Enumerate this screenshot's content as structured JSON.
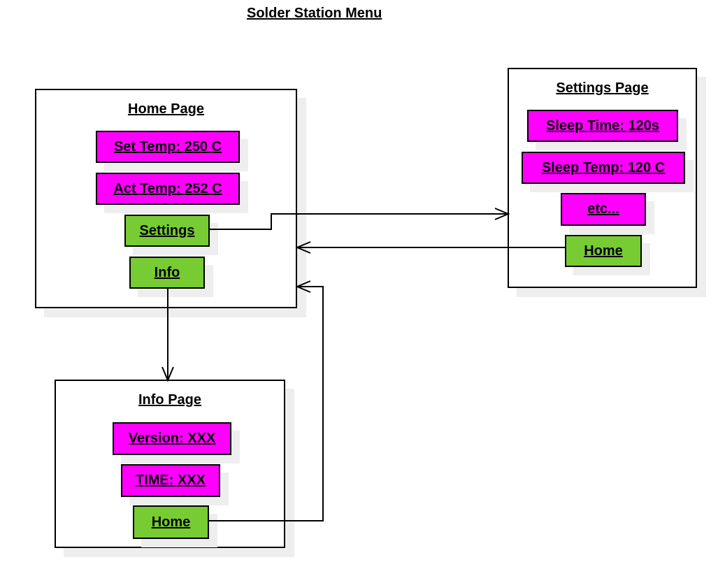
{
  "title": "Solder Station Menu",
  "home_page": {
    "title": "Home Page",
    "set_temp": "Set Temp: 250 C",
    "act_temp": "Act Temp: 252 C",
    "settings_button": "Settings",
    "info_button": "Info"
  },
  "settings_page": {
    "title": "Settings Page",
    "sleep_time": "Sleep Time: 120s",
    "sleep_temp": "Sleep Temp: 120 C",
    "etc": "etc...",
    "home_button": "Home"
  },
  "info_page": {
    "title": "Info Page",
    "version": "Version: XXX",
    "time": "TIME: XXX",
    "home_button": "Home"
  },
  "colors": {
    "field": "#ff00ff",
    "button": "#77cc33",
    "line": "#000000",
    "shadow": "#eeeeee"
  }
}
